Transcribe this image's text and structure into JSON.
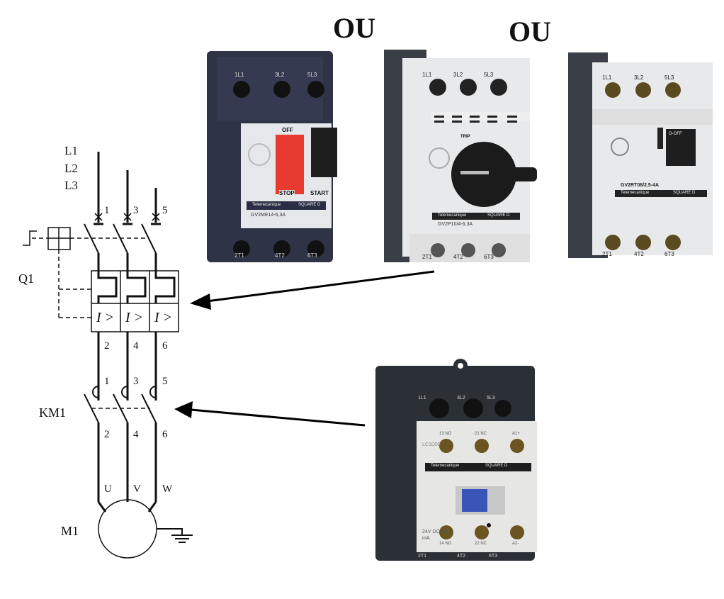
{
  "separators": [
    "OU",
    "OU"
  ],
  "schematic": {
    "lines": [
      "L1",
      "L2",
      "L3"
    ],
    "breaker_label": "Q1",
    "breaker_inputs": [
      "1",
      "3",
      "5"
    ],
    "breaker_outputs": [
      "2",
      "4",
      "6"
    ],
    "breaker_trip_symbol": "I >",
    "contactor_label": "KM1",
    "contactor_inputs": [
      "1",
      "3",
      "5"
    ],
    "contactor_outputs": [
      "2",
      "4",
      "6"
    ],
    "motor_terminals": [
      "U",
      "V",
      "W"
    ],
    "motor_label": "M1"
  },
  "products": {
    "breaker_gv2me": {
      "terminals_top": [
        "1L1",
        "3L2",
        "5L3"
      ],
      "terminals_bottom": [
        "2T1",
        "4T2",
        "6T3"
      ],
      "off_label": "OFF",
      "stop_label": "STOP",
      "start_label": "START",
      "brand": "Telemecanique",
      "brand2": "SQUARE D",
      "model": "GV2ME14-6,3A",
      "colors": {
        "body": "#2f3346",
        "face": "#e6e7ea",
        "stop": "#e63b2e"
      }
    },
    "breaker_gv2p": {
      "terminals_top": [
        "1L1",
        "3L2",
        "5L3"
      ],
      "terminals_bottom": [
        "2T1",
        "4T2",
        "6T3"
      ],
      "trip_label": "TRIP",
      "brand": "Telemecanique",
      "brand2": "SQUARE D",
      "model": "GV2P10/4-6,3A",
      "colors": {
        "body": "#3a3f47",
        "face": "#e8e9ea",
        "knob": "#1b1b1b"
      }
    },
    "breaker_gv2rt": {
      "terminals_top": [
        "1L1",
        "3L2",
        "5L3"
      ],
      "terminals_bottom": [
        "2T1",
        "4T2",
        "6T3"
      ],
      "toggle_label": "O-OFF",
      "brand": "Telemecanique",
      "brand2": "SQUARE D",
      "model": "GV2RT08/2.5-4A",
      "colors": {
        "body": "#3a3f47",
        "face": "#e8e9ea"
      }
    },
    "contactor_lc1d09": {
      "terminals_top": [
        "1L1",
        "3L2",
        "5L3"
      ],
      "aux_top": [
        "13 NO",
        "21 NC",
        "A1+"
      ],
      "aux_bottom": [
        "14 NO",
        "22 NC",
        "A2-"
      ],
      "terminals_bottom": [
        "2T1",
        "4T2",
        "6T3"
      ],
      "model": "LC1D09",
      "coil": "24V DC 100 mA",
      "brand": "Telemecanique",
      "brand2": "SQUARE D",
      "colors": {
        "body": "#2b2f36",
        "face": "#e6e6e4",
        "window": "#3a55b8"
      }
    }
  }
}
